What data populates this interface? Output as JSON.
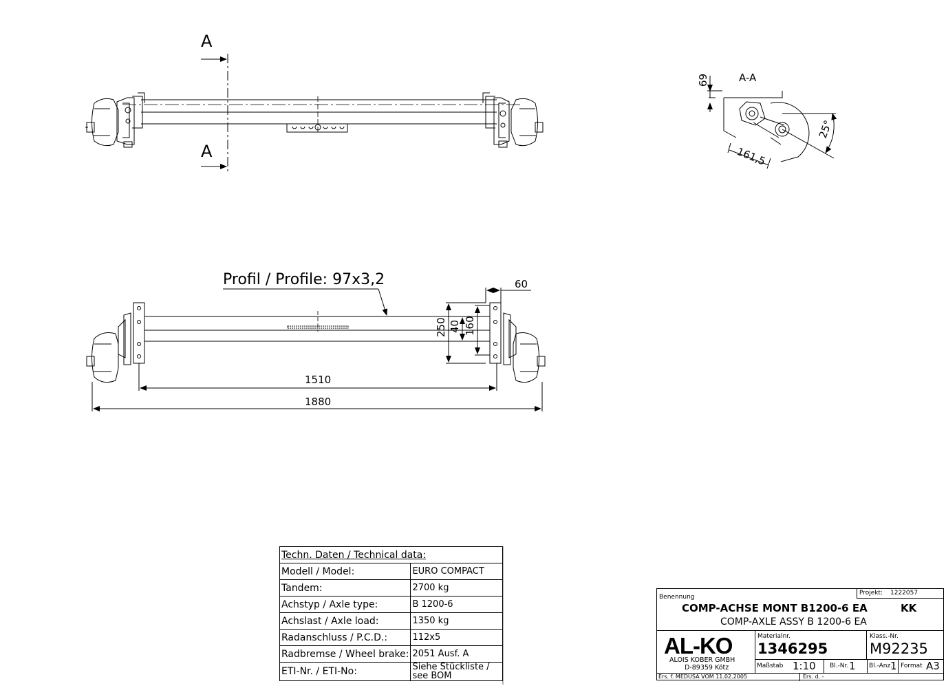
{
  "section_label_top": "A",
  "section_label_bottom": "A",
  "section_view_title": "A-A",
  "section_dims": {
    "height": "69",
    "radius": "161,5",
    "angle": "25°"
  },
  "profile_label": "Profil / Profile: 97x3,2",
  "plan_dims": {
    "track": "1510",
    "overall": "1880",
    "bracket_offset": "60",
    "bracket_height": "250",
    "hole_a": "40",
    "hole_b": "160"
  },
  "tech_data": {
    "header": "Techn. Daten / Technical data:",
    "rows": [
      {
        "label": "Modell / Model:",
        "value": "EURO COMPACT"
      },
      {
        "label": "Tandem:",
        "value": "2700 kg"
      },
      {
        "label": "Achstyp / Axle type:",
        "value": "B 1200-6"
      },
      {
        "label": "Achslast / Axle load:",
        "value": "1350 kg"
      },
      {
        "label": "Radanschluss / P.C.D.:",
        "value": "112x5"
      },
      {
        "label": "Radbremse / Wheel brake:",
        "value": "2051 Ausf. A"
      },
      {
        "label": "ETI-Nr. / ETI-No:",
        "value": "Siehe Stückliste / see BOM"
      }
    ]
  },
  "title_block": {
    "benennung_label": "Benennung",
    "projekt_label": "Projekt:",
    "projekt_value": "1222057",
    "title_de": "COMP-ACHSE MONT B1200-6 EA",
    "title_code": "KK",
    "title_en": "COMP-AXLE ASSY B 1200-6 EA",
    "logo_text": "AL-KO",
    "company": "ALOIS KOBER GMBH",
    "address": "D-89359 Kötz",
    "material_label": "Materialnr.",
    "material_value": "1346295",
    "klass_label": "Klass.-Nr.",
    "klass_value": "M92235",
    "scale_label": "Maßstab",
    "scale_value": "1:10",
    "sheet_label": "Bl.-Nr.",
    "sheet_value": "1",
    "sheets_label": "Bl.-Anz.",
    "sheets_value": "1",
    "format_label": "Format",
    "format_value": "A3",
    "replaces": "Ers. f. MEDUSA VOM 11.02.2005",
    "replaced_by": "Ers. d. -"
  }
}
